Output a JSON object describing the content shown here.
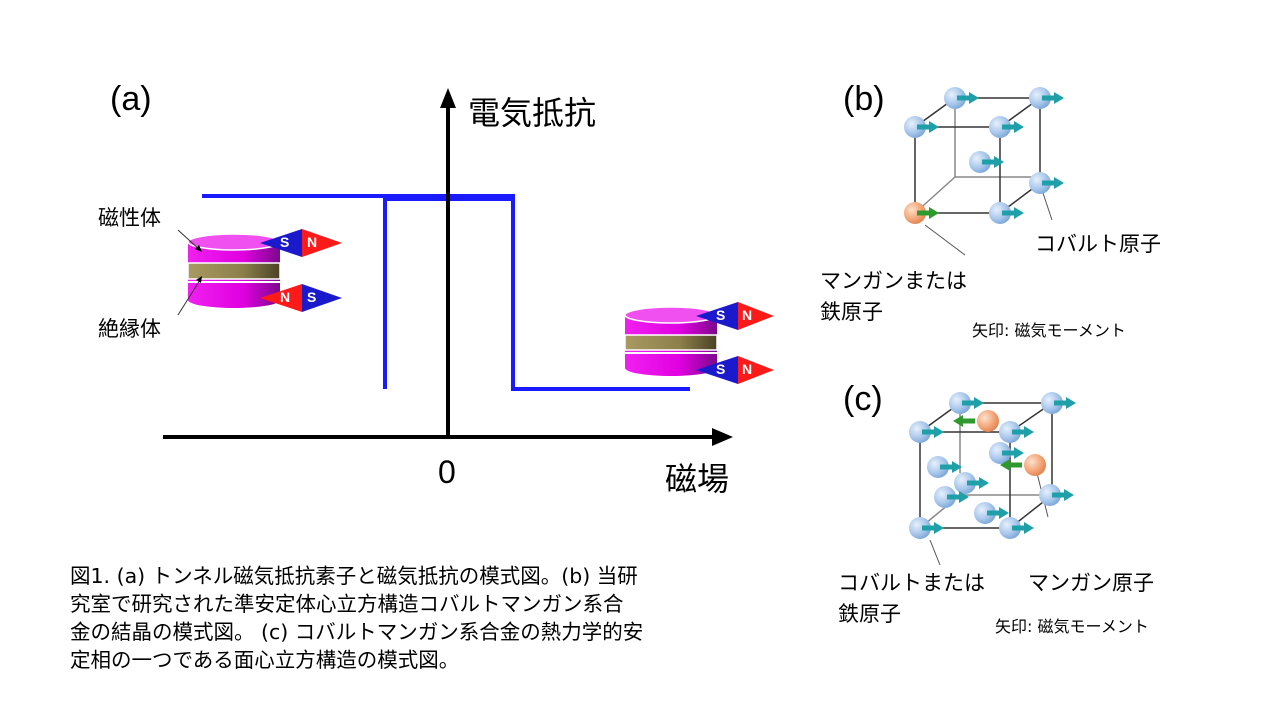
{
  "panel_a": {
    "label": "(a)",
    "y_axis_label": "電気抵抗",
    "x_axis_label": "磁場",
    "origin_label": "0",
    "magnetic_layer_label": "磁性体",
    "insulator_label": "絶縁体",
    "left_device": {
      "top_magnet": [
        "S",
        "N"
      ],
      "bottom_magnet": [
        "N",
        "S"
      ],
      "alignment": "antiparallel"
    },
    "right_device": {
      "top_magnet": [
        "S",
        "N"
      ],
      "bottom_magnet": [
        "S",
        "N"
      ],
      "alignment": "parallel"
    },
    "curve": {
      "description": "hysteresis loop of tunnel magnetoresistance",
      "high_level": "high",
      "low_level": "low",
      "color": "#1a1aff"
    },
    "colors": {
      "magnet_N": "#ff1a1a",
      "magnet_S": "#1a1acc",
      "ferromagnet": "#e000e0",
      "insulator": "#8c7f4a"
    }
  },
  "panel_b": {
    "label": "(b)",
    "cobalt_label": "コバルト原子",
    "mn_fe_label_line1": "マンガンまたは",
    "mn_fe_label_line2": "鉄原子",
    "arrow_note": "矢印: 磁気モーメント",
    "structure": "body-centered cubic"
  },
  "panel_c": {
    "label": "(c)",
    "co_fe_label_line1": "コバルトまたは",
    "co_fe_label_line2": "鉄原子",
    "mn_label": "マンガン原子",
    "arrow_note": "矢印: 磁気モーメント",
    "structure": "face-centered cubic"
  },
  "colors": {
    "co_atom": "#a9c8ec",
    "mn_atom": "#f4a77a",
    "co_moment_arrow": "#1fa0a8",
    "mn_moment_arrow": "#2e9a2e"
  },
  "caption": {
    "line1": "図1. (a) トンネル磁気抵抗素子と磁気抵抗の模式図。(b) 当研",
    "line2": "究室で研究された準安定体心立方構造コバルトマンガン系合",
    "line3": "金の結晶の模式図。 (c) コバルトマンガン系合金の熱力学的安",
    "line4": "定相の一つである面心立方構造の模式図。"
  }
}
